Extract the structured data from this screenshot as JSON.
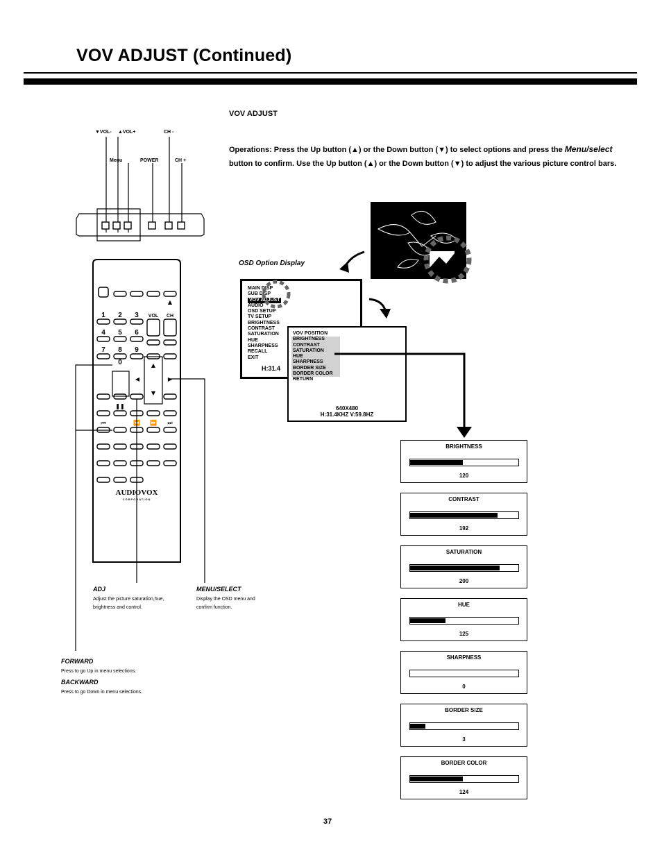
{
  "page": {
    "title": "VOV ADJUST (Continued)",
    "section_title": "VOV ADJUST",
    "operations": {
      "lead": "Operations:",
      "text_1": "Press the Up button (▲) or the Down button (▼) to select options and press the",
      "emphasis": "Menu/select",
      "text_2": "button to confirm. Use the Up button (▲) or the Down button (▼) to adjust the various picture control bars."
    },
    "page_number": "37"
  },
  "panel_labels": {
    "vol_down": "▼VOL-",
    "vol_up": "▲VOL+",
    "ch_down": "CH -",
    "menu": "Menu",
    "power": "POWER",
    "ch_up": "CH +"
  },
  "remote": {
    "brand": "AUDIOVOX",
    "brand_sub": "CORPORATION",
    "digits": [
      "1",
      "2",
      "3",
      "4",
      "5",
      "6",
      "7",
      "8",
      "9",
      "0"
    ],
    "vol_label": "VOL",
    "ch_label": "CH"
  },
  "osd": {
    "heading": "OSD Option Display",
    "main_menu": [
      "MAIN DISP",
      "SUB DISP",
      "VOV ADJUST",
      "AUDIO",
      "OSD SETUP",
      "TV SETUP",
      "BRIGHTNESS",
      "CONTRAST",
      "SATURATION",
      "HUE",
      "SHARPNESS",
      "RECALL",
      "EXIT"
    ],
    "main_freq": "H:31.4",
    "sub_menu": [
      "VOV POSITION",
      "BRIGHTNESS",
      "CONTRAST",
      "SATURATION",
      "HUE",
      "SHARPNESS",
      "BORDER SIZE",
      "BORDER COLOR",
      "RETURN"
    ],
    "resolution": "640X480",
    "frequency": "H:31.4KHZ V:59.8HZ"
  },
  "sliders": [
    {
      "label": "BRIGHTNESS",
      "value": "120",
      "fill": 0.49
    },
    {
      "label": "CONTRAST",
      "value": "192",
      "fill": 0.81
    },
    {
      "label": "SATURATION",
      "value": "200",
      "fill": 0.83
    },
    {
      "label": "HUE",
      "value": "125",
      "fill": 0.33
    },
    {
      "label": "SHARPNESS",
      "value": "0",
      "fill": 0.0
    },
    {
      "label": "BORDER SIZE",
      "value": "3",
      "fill": 0.14
    },
    {
      "label": "BORDER COLOR",
      "value": "124",
      "fill": 0.49
    }
  ],
  "notes": {
    "adj_title": "ADJ",
    "adj_text_1": "Adjust the picture saturation,hue,",
    "adj_text_2": "brightness and control.",
    "menu_title": "MENU/SELECT",
    "menu_text_1": "Display the OSD menu and",
    "menu_text_2": "confirm function.",
    "forward_title": "FORWARD",
    "forward_text": "Press to go Up in menu selections.",
    "backward_title": "BACKWARD",
    "backward_text": "Press to go Down in menu selections."
  },
  "colors": {
    "ink": "#000000",
    "paper": "#ffffff",
    "highlight": "#d2d2d2"
  }
}
